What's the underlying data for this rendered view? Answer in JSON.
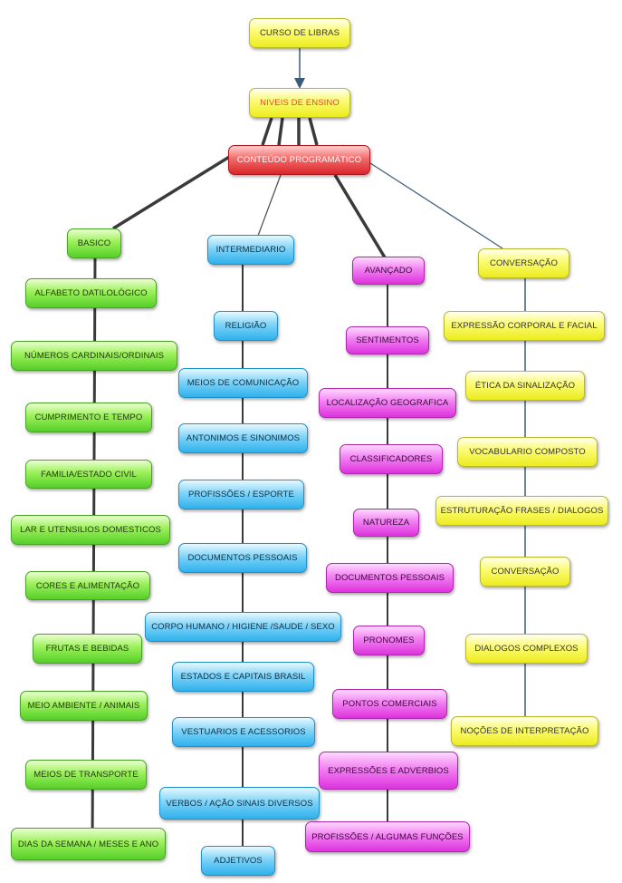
{
  "nodes": {
    "curso": "CURSO DE LIBRAS",
    "niveis": "NIVEIS DE ENSINO",
    "conteudo": "CONTEÚDO PROGRAMÁTICO",
    "basico": "BASICO",
    "intermediario": "INTERMEDIARIO",
    "avancado": "AVANÇADO",
    "conversacao": "CONVERSAÇÃO"
  },
  "basico_items": [
    "ALFABETO DATILOLÓGICO",
    "NÚMEROS CARDINAIS/ORDINAIS",
    "CUMPRIMENTO E TEMPO",
    "FAMILIA/ESTADO CIVIL",
    "LAR E UTENSILIOS DOMESTICOS",
    "CORES E ALIMENTAÇÃO",
    "FRUTAS E BEBIDAS",
    "MEIO AMBIENTE / ANIMAIS",
    "MEIOS DE TRANSPORTE",
    "DIAS DA SEMANA / MESES E ANO"
  ],
  "intermediario_items": [
    "RELIGIÃO",
    "MEIOS DE COMUNICAÇÃO",
    "ANTONIMOS E SINONIMOS",
    "PROFISSÕES / ESPORTE",
    "DOCUMENTOS PESSOAIS",
    "CORPO HUMANO / HIGIENE /SAUDE / SEXO",
    "ESTADOS E CAPITAIS BRASIL",
    "VESTUARIOS E ACESSORIOS",
    "VERBOS / AÇÃO SINAIS DIVERSOS",
    "ADJETIVOS"
  ],
  "avancado_items": [
    "SENTIMENTOS",
    "LOCALIZAÇÃO GEOGRAFICA",
    "CLASSIFICADORES",
    "NATUREZA",
    "DOCUMENTOS PESSOAIS",
    "PRONOMES",
    "PONTOS COMERCIAIS",
    "EXPRESSÕES E ADVERBIOS",
    "PROFISSÕES / ALGUMAS FUNÇÕES"
  ],
  "conversacao_items": [
    "EXPRESSÃO CORPORAL E FACIAL",
    "ÉTICA DA SINALIZAÇÃO",
    "VOCABULARIO COMPOSTO",
    "ESTRUTURAÇÃO FRASES / DIALOGOS",
    "CONVERSAÇÃO",
    "DIALOGOS COMPLEXOS",
    "NOÇÕES DE INTERPRETAÇÃO"
  ],
  "colors": {
    "yellow": "#ecec1e",
    "green": "#55cf2a",
    "blue": "#2fb1ec",
    "magenta": "#dd33dd",
    "red": "#d9262a",
    "connector": "#3a3a3a",
    "arrow": "#3a5c7a"
  }
}
